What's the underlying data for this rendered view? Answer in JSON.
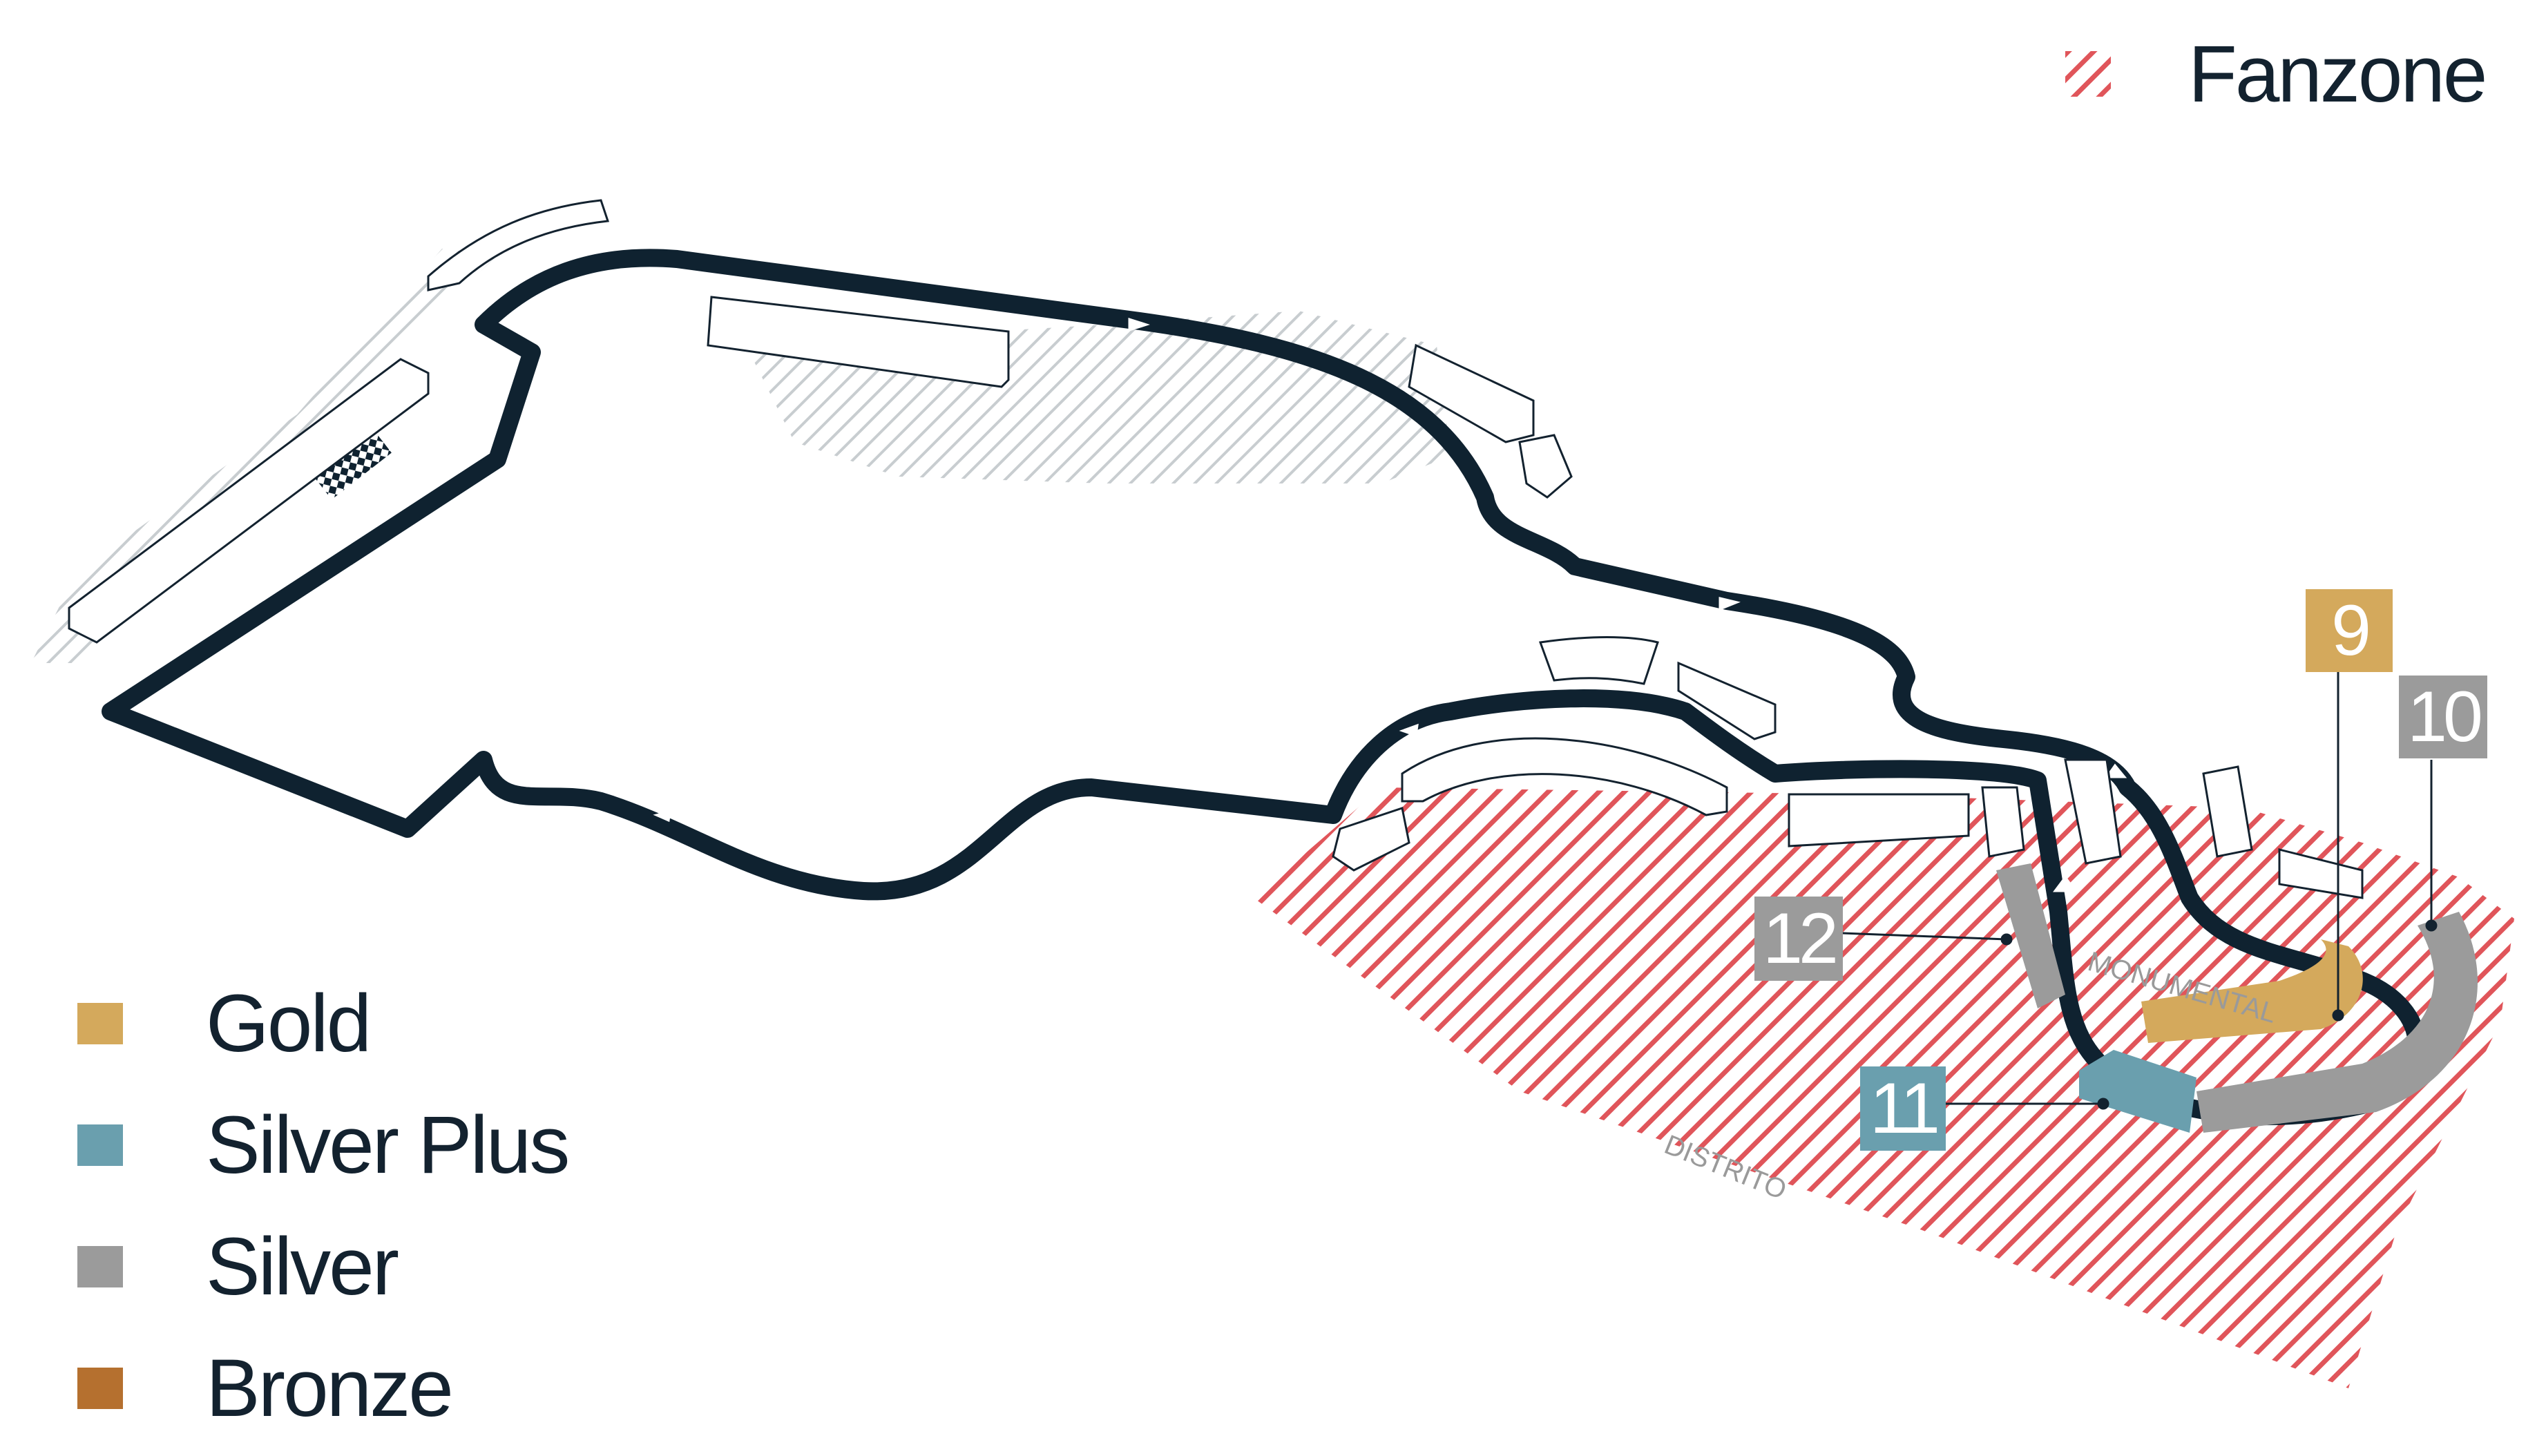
{
  "legend": {
    "fanzone": {
      "label": "Fanzone",
      "color": "#e0555a"
    },
    "tiers": [
      {
        "label": "Gold",
        "color": "#d4a95c"
      },
      {
        "label": "Silver Plus",
        "color": "#6a9fae"
      },
      {
        "label": "Silver",
        "color": "#9b9b9b"
      },
      {
        "label": "Bronze",
        "color": "#b5702f"
      }
    ]
  },
  "grandstands": [
    {
      "number": "9",
      "tier": "Gold"
    },
    {
      "number": "10",
      "tier": "Silver"
    },
    {
      "number": "11",
      "tier": "Silver Plus"
    },
    {
      "number": "12",
      "tier": "Silver"
    }
  ],
  "zone_labels": {
    "monumental": "MONUMENTAL",
    "distrito": "DISTRITO"
  },
  "colors": {
    "track": "#0f2230",
    "text": "#13222f",
    "hatch_grey": "#c8cdd0"
  }
}
